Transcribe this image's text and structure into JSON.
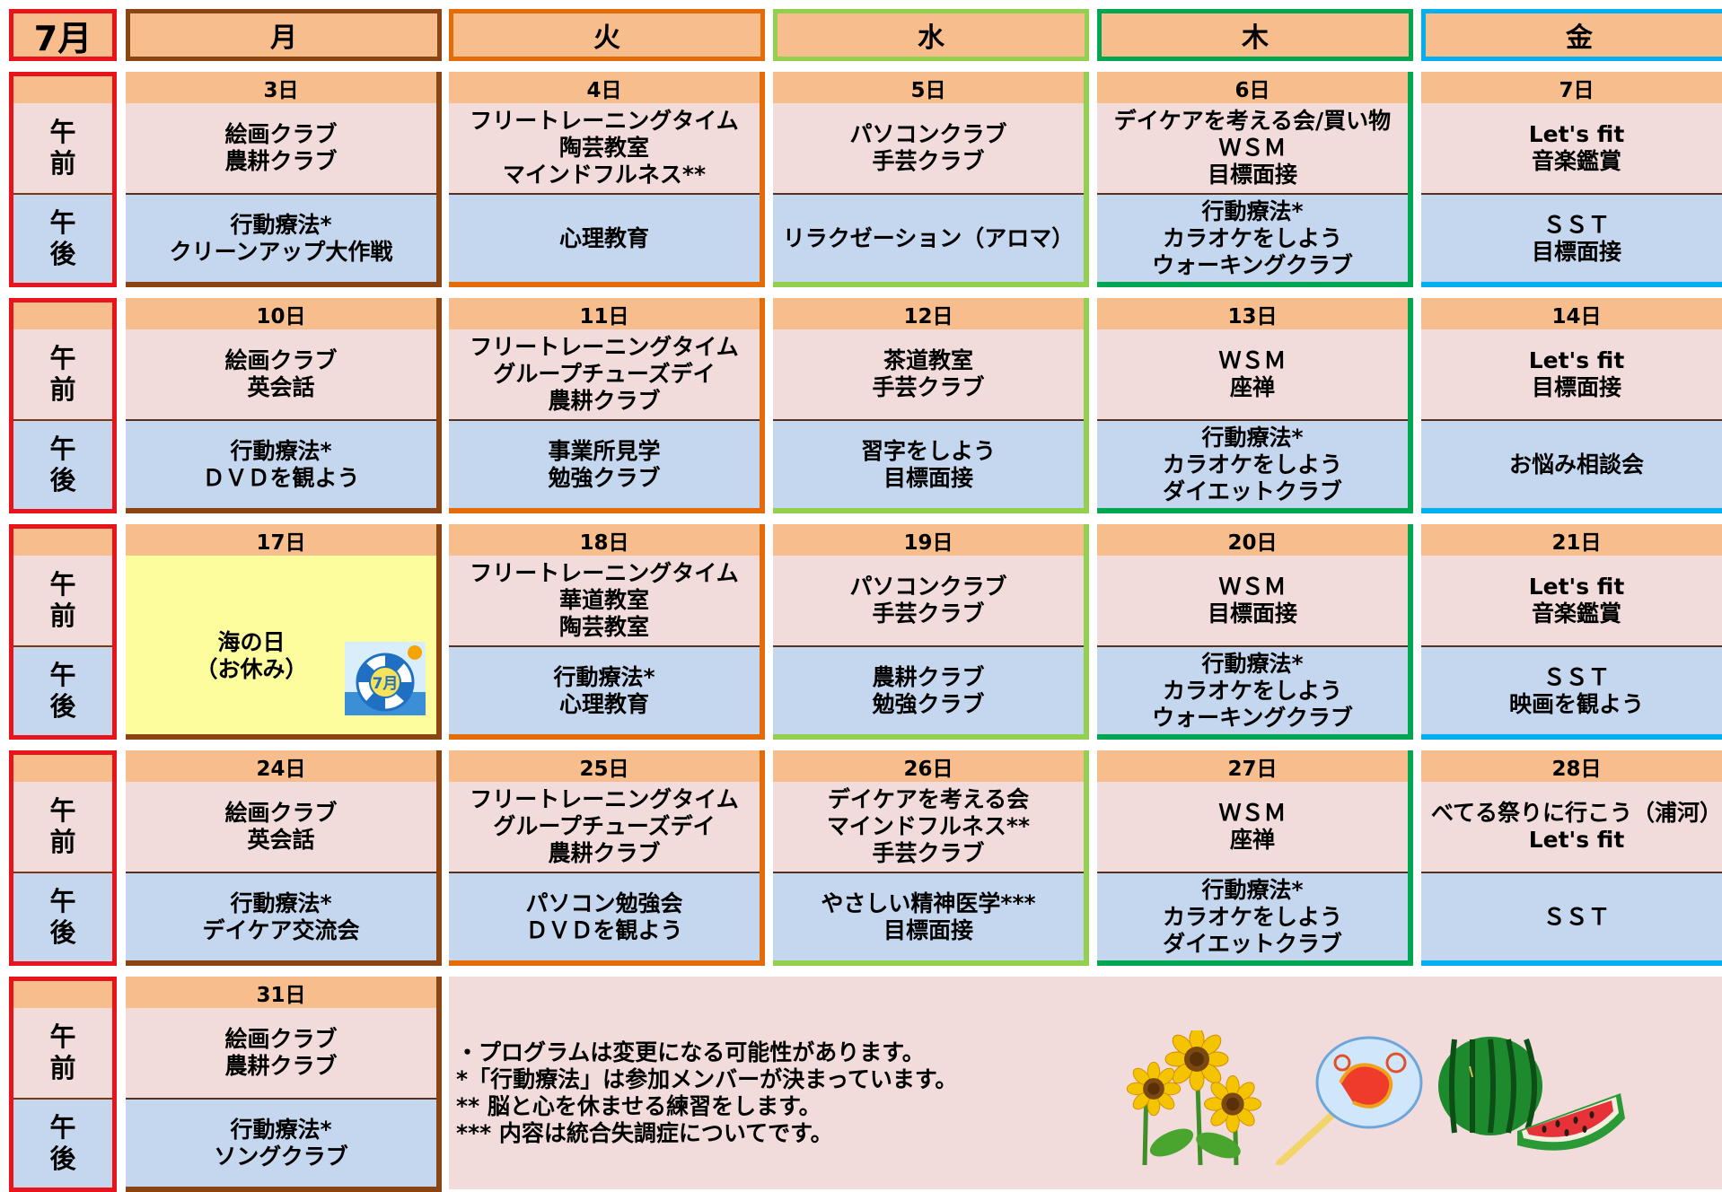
{
  "month": "7月",
  "weekdays": [
    "月",
    "火",
    "水",
    "木",
    "金"
  ],
  "weekday_colors": [
    "#8b4513",
    "#e36c09",
    "#92d050",
    "#00a651",
    "#00b0f0"
  ],
  "left": {
    "am": [
      "午",
      "前"
    ],
    "pm": [
      "午",
      "後"
    ]
  },
  "weeks": [
    {
      "days": [
        {
          "date": "3日",
          "am": [
            "絵画クラブ",
            "農耕クラブ"
          ],
          "pm": [
            "行動療法*",
            "クリーンアップ大作戦"
          ]
        },
        {
          "date": "4日",
          "am": [
            "フリートレーニングタイム",
            "陶芸教室",
            "マインドフルネス**"
          ],
          "pm": [
            "心理教育"
          ]
        },
        {
          "date": "5日",
          "am": [
            "パソコンクラブ",
            "手芸クラブ"
          ],
          "pm": [
            "リラクゼーション（アロマ）"
          ]
        },
        {
          "date": "6日",
          "am": [
            "デイケアを考える会/買い物",
            "ＷＳＭ",
            "目標面接"
          ],
          "pm": [
            "行動療法*",
            "カラオケをしよう",
            "ウォーキングクラブ"
          ]
        },
        {
          "date": "7日",
          "am": [
            "Let's fit",
            "音楽鑑賞"
          ],
          "pm": [
            "ＳＳＴ",
            "目標面接"
          ]
        }
      ]
    },
    {
      "days": [
        {
          "date": "10日",
          "am": [
            "絵画クラブ",
            "英会話"
          ],
          "pm": [
            "行動療法*",
            "ＤＶＤを観よう"
          ]
        },
        {
          "date": "11日",
          "am": [
            "フリートレーニングタイム",
            "グループチューズデイ",
            "農耕クラブ"
          ],
          "pm": [
            "事業所見学",
            "勉強クラブ"
          ]
        },
        {
          "date": "12日",
          "am": [
            "茶道教室",
            "手芸クラブ"
          ],
          "pm": [
            "習字をしよう",
            "目標面接"
          ]
        },
        {
          "date": "13日",
          "am": [
            "ＷＳＭ",
            "座禅"
          ],
          "pm": [
            "行動療法*",
            "カラオケをしよう",
            "ダイエットクラブ"
          ]
        },
        {
          "date": "14日",
          "am": [
            "Let's fit",
            "目標面接"
          ],
          "pm": [
            "お悩み相談会"
          ]
        }
      ]
    },
    {
      "days": [
        {
          "date": "17日",
          "holiday": [
            "海の日",
            "（お休み）"
          ],
          "badge": "7月"
        },
        {
          "date": "18日",
          "am": [
            "フリートレーニングタイム",
            "華道教室",
            "陶芸教室"
          ],
          "pm": [
            "行動療法*",
            "心理教育"
          ]
        },
        {
          "date": "19日",
          "am": [
            "パソコンクラブ",
            "手芸クラブ"
          ],
          "pm": [
            "農耕クラブ",
            "勉強クラブ"
          ]
        },
        {
          "date": "20日",
          "am": [
            "ＷＳＭ",
            "目標面接"
          ],
          "pm": [
            "行動療法*",
            "カラオケをしよう",
            "ウォーキングクラブ"
          ]
        },
        {
          "date": "21日",
          "am": [
            "Let's fit",
            "音楽鑑賞"
          ],
          "pm": [
            "ＳＳＴ",
            "映画を観よう"
          ]
        }
      ]
    },
    {
      "days": [
        {
          "date": "24日",
          "am": [
            "絵画クラブ",
            "英会話"
          ],
          "pm": [
            "行動療法*",
            "デイケア交流会"
          ]
        },
        {
          "date": "25日",
          "am": [
            "フリートレーニングタイム",
            "グループチューズデイ",
            "農耕クラブ"
          ],
          "pm": [
            "パソコン勉強会",
            "ＤＶＤを観よう"
          ]
        },
        {
          "date": "26日",
          "am": [
            "デイケアを考える会",
            "マインドフルネス**",
            "手芸クラブ"
          ],
          "pm": [
            "やさしい精神医学***",
            "目標面接"
          ]
        },
        {
          "date": "27日",
          "am": [
            "ＷＳＭ",
            "座禅"
          ],
          "pm": [
            "行動療法*",
            "カラオケをしよう",
            "ダイエットクラブ"
          ]
        },
        {
          "date": "28日",
          "am": [
            "べてる祭りに行こう（浦河）",
            "Let's fit"
          ],
          "pm": [
            "ＳＳＴ"
          ]
        }
      ]
    },
    {
      "days": [
        {
          "date": "31日",
          "am": [
            "絵画クラブ",
            "農耕クラブ"
          ],
          "pm": [
            "行動療法*",
            "ソングクラブ"
          ]
        }
      ]
    }
  ],
  "notes": [
    "・プログラムは変更になる可能性があります。",
    "*「行動療法」は参加メンバーが決まっています。",
    "** 脳と心を休ませる練習をします。",
    "*** 内容は統合失調症についてです。"
  ]
}
